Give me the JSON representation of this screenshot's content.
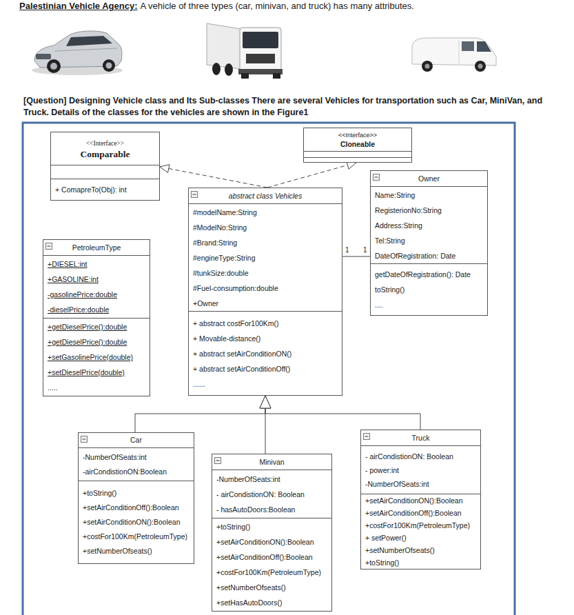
{
  "diagram": {
    "title": "Palestinian Vehicle Agency:",
    "nodes": [
      {
        "text": [
          "<<Interface>>",
          "Comparable",
          "+ ComapreTo(Obj): int"
        ]
      },
      {
        "text": [
          "<<Interface>>",
          "Cloneable"
        ]
      },
      {
        "text": [
          "PetroleumType",
          "+DIESEL:int",
          "+GASOLINE:int",
          "-gasolinePrice:double",
          "-dieselPrice:double",
          "+getDieselPrice():double",
          "+getDieselPrice():double",
          "+setGasolinePrice(double)",
          "+setDieselPrice(double)",
          "....."
        ]
      },
      {
        "text": [
          "abstract class Vehicles",
          "#modelName:String",
          "#ModelNo:String",
          "#Brand:String",
          "#engineType:String",
          "#tunkSize:double",
          "#Fuel-consumption:double",
          "+Owner",
          "+ abstract costFor100Km()",
          "+ Movable-distance()",
          "+ abstract setAirConditionON()",
          "+ abstract setAirConditionOff()",
          "......"
        ]
      },
      {
        "text": [
          "Owner",
          "Name:String",
          "RegisterionNo:String",
          "Address:String",
          "Tel:String",
          "DateOfRegistration: Date",
          "getDateOfRegistration(): Date",
          "toString()",
          "...."
        ]
      },
      {
        "text": [
          "Car",
          "-NumberOfSeats:int",
          "-airCondistionON:Boolean",
          "+toString()",
          "+setAirConditionOff():Boolean",
          "+setAirConditionON():Boolean",
          "+costFor100Km(PetroleumType)",
          "+setNumberOfseats()"
        ]
      },
      {
        "text": [
          "Minivan",
          "-NumberOfSeats:int",
          "- airCondistionON: Boolean",
          "- hasAutoDoors:Boolean",
          "+toString()",
          "+setAirConditionON():Boolean",
          "+setAirConditionOff():Boolean",
          "+costFor100Km(PetroleumType)",
          "+setNumberOfseats()",
          "+setHasAutoDoors()"
        ]
      },
      {
        "text": [
          "Truck",
          "- airCondistionON: Boolean",
          "- power:int",
          "-NumberOfSeats:int",
          "+setAirConditionON():Boolean",
          "+setAirConditionOff():Boolean",
          "+costFor100Km(PetroleumType)",
          "+ setPower()",
          "+setNumberOfseats()",
          "+toString()"
        ]
      }
    ],
    "edges": [
      {
        "from": 3,
        "to": 0,
        "arrow": "to"
      },
      {
        "from": 3,
        "to": 1,
        "arrow": "to"
      },
      {
        "from": 3,
        "to": 4,
        "arrow": "none"
      },
      {
        "from": 5,
        "to": 3,
        "arrow": "to"
      },
      {
        "from": 6,
        "to": 3,
        "arrow": "to"
      },
      {
        "from": 7,
        "to": 3,
        "arrow": "to"
      }
    ],
    "labels": [
      "A vehicle of three types (car, minivan, and truck) has many attributes.",
      "[Question] Designing Vehicle class and Its Sub-classes There are several Vehicles for transportation such as Car, MiniVan, and Truck. Details of the classes for the vehicles are shown in the Figure1",
      "1",
      "1"
    ]
  }
}
